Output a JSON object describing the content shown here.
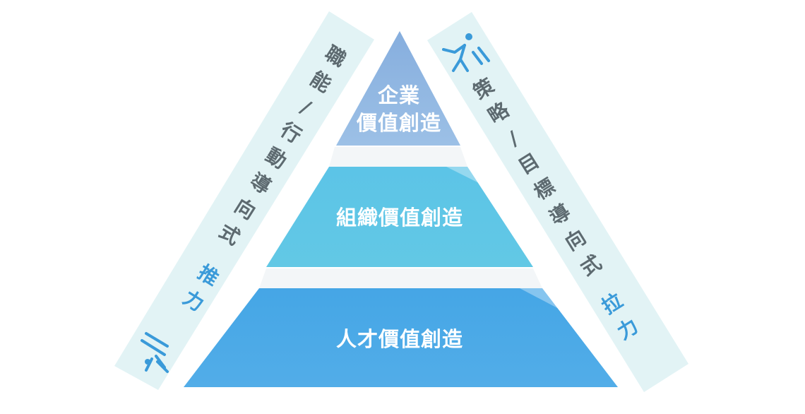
{
  "diagram": {
    "top_tier": {
      "line1": "企業",
      "line2": "價值創造"
    },
    "middle_tier": {
      "label": "組織價值創造"
    },
    "bottom_tier": {
      "label": "人才價值創造"
    },
    "left_band": {
      "chars": [
        "職",
        "能",
        "/",
        "行",
        "動",
        "導",
        "向",
        "式"
      ],
      "force_chars": [
        "推",
        "力"
      ],
      "icon": "person-pushing-icon"
    },
    "right_band": {
      "chars": [
        "策",
        "略",
        "/",
        "目",
        "標",
        "導",
        "向",
        "式"
      ],
      "force_chars": [
        "拉",
        "力"
      ],
      "icon": "person-pulling-icon"
    },
    "colors": {
      "top": "#8fb8e0",
      "middle": "#5fc5e6",
      "bottom": "#4aa7e6",
      "band": "#e3f4f5",
      "text_gray": "#5d6a70",
      "accent": "#3a9ad9"
    }
  }
}
